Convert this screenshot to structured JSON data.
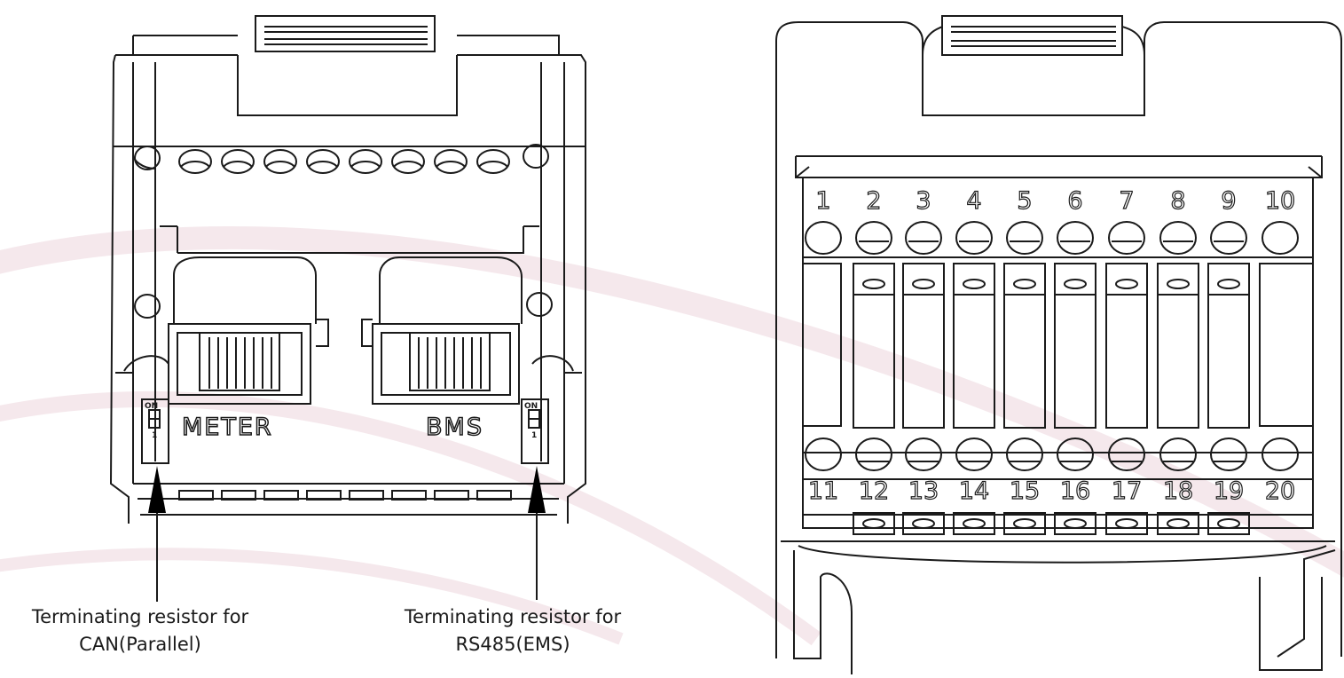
{
  "left_connector": {
    "meter_label": "METER",
    "bms_label": "BMS",
    "dip_switch_on": "ON",
    "dip_switch_one": "1",
    "caption_can_line1": "Terminating resistor for",
    "caption_can_line2": "CAN(Parallel)",
    "caption_rs485_line1": "Terminating resistor for",
    "caption_rs485_line2": "RS485(EMS)"
  },
  "right_connector": {
    "top_pins": [
      "1",
      "2",
      "3",
      "4",
      "5",
      "6",
      "7",
      "8",
      "9",
      "10"
    ],
    "bottom_pins": [
      "11",
      "12",
      "13",
      "14",
      "15",
      "16",
      "17",
      "18",
      "19",
      "20"
    ]
  },
  "colors": {
    "line": "#1a1a1a",
    "swoosh": "#f4e6ea"
  }
}
